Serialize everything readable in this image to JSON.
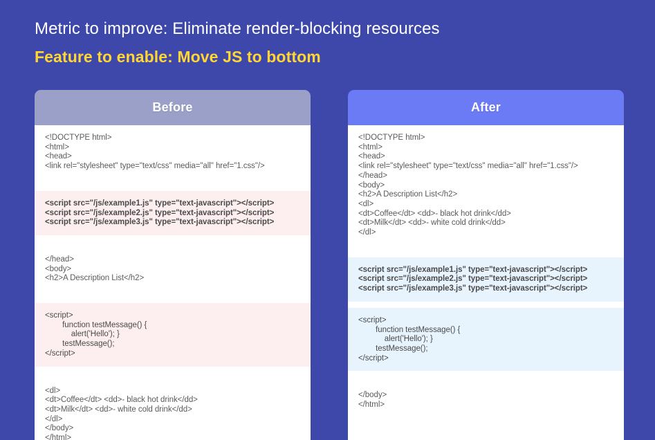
{
  "headings": {
    "metric": "Metric to improve: Eliminate render-blocking resources",
    "feature": "Feature to enable: Move JS to bottom",
    "metric_color": "#ffffff",
    "feature_color": "#ffd633"
  },
  "background_color": "#3e48ab",
  "panels": [
    {
      "id": "before",
      "title": "Before",
      "header_color": "#9aa0c8",
      "segments": [
        {
          "style": "plain",
          "lines": [
            "<!DOCTYPE html>",
            "<html>",
            "<head>",
            "<link rel=\"stylesheet\" type=\"text/css\" media=\"all\" href=\"1.css\"/>"
          ]
        },
        {
          "style": "hl-pink",
          "bold": true,
          "lines": [
            "<script src=\"/js/example1.js\" type=\"text-javascript\"></script>",
            "<script src=\"/js/example2.js\" type=\"text-javascript\"></script>",
            "<script src=\"/js/example3.js\" type=\"text-javascript\"></script>"
          ]
        },
        {
          "style": "plain",
          "lines": [
            "</head>",
            "<body>",
            "<h2>A Description List</h2>"
          ]
        },
        {
          "style": "hl-pink",
          "bold": false,
          "lines": [
            "<script>",
            "        function testMessage() {",
            "            alert('Hello'); }",
            "        testMessage();",
            "</script>"
          ]
        },
        {
          "style": "plain",
          "lines": [
            "<dl>",
            "<dt>Coffee</dt> <dd>- black hot drink</dd>",
            "<dt>Milk</dt> <dd>- white cold drink</dd>",
            "</dl>",
            "</body>",
            "</html>"
          ]
        }
      ]
    },
    {
      "id": "after",
      "title": "After",
      "header_color": "#6b7af5",
      "segments": [
        {
          "style": "plain",
          "lines": [
            "<!DOCTYPE html>",
            "<html>",
            "<head>",
            "<link rel=\"stylesheet\" type=\"text/css\" media=\"all\" href=\"1.css\"/>",
            "</head>",
            "<body>",
            "<h2>A Description List</h2>",
            "<dl>",
            "<dt>Coffee</dt> <dd>- black hot drink</dd>",
            "<dt>Milk</dt> <dd>- white cold drink</dd>",
            "</dl>"
          ]
        },
        {
          "style": "hl-blue",
          "bold": true,
          "lines": [
            "<script src=\"/js/example1.js\" type=\"text-javascript\"></script>",
            "<script src=\"/js/example2.js\" type=\"text-javascript\"></script>",
            "<script src=\"/js/example3.js\" type=\"text-javascript\"></script>"
          ]
        },
        {
          "style": "hl-blue",
          "bold": false,
          "lines": [
            "<script>",
            "        function testMessage() {",
            "            alert('Hello'); }",
            "        testMessage();",
            "</script>"
          ]
        },
        {
          "style": "plain",
          "lines": [
            "</body>",
            "</html>"
          ]
        }
      ]
    }
  ],
  "highlight_colors": {
    "pink": "#fdeff0",
    "blue": "#e7f3fd"
  }
}
